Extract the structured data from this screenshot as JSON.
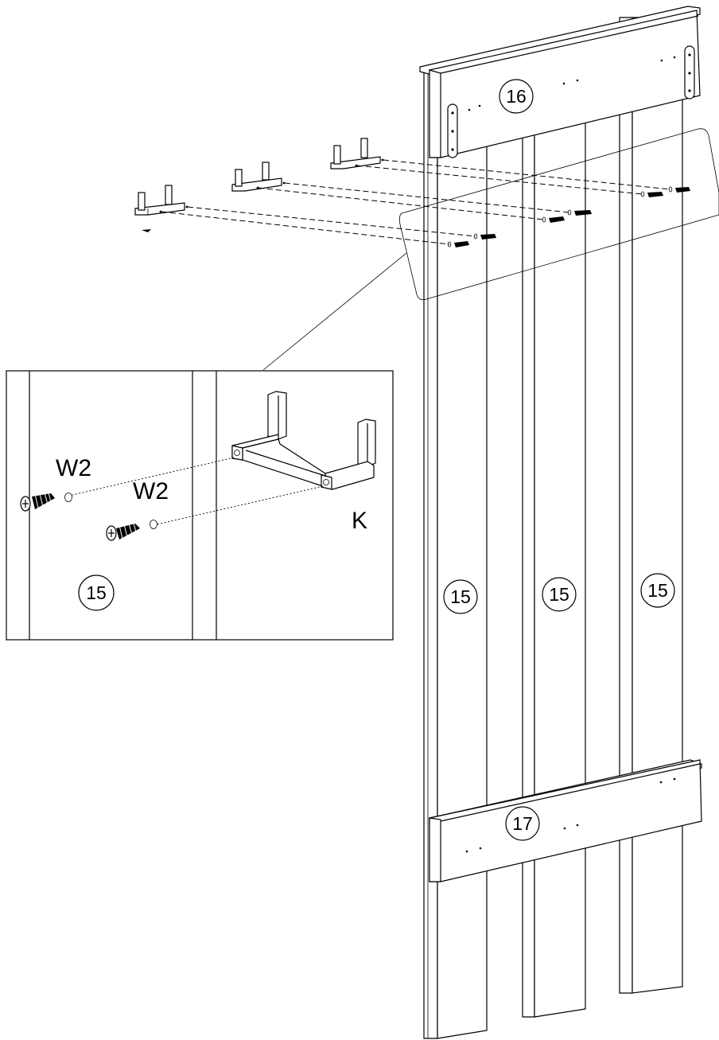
{
  "labels": {
    "part_16": "16",
    "part_17": "17",
    "slat_left": "15",
    "slat_middle": "15",
    "slat_right": "15",
    "detail_slat": "15",
    "detail_washer_1": "W2",
    "detail_washer_2": "W2",
    "detail_hook": "K"
  },
  "colors": {
    "line": "#000000",
    "background": "#ffffff"
  }
}
